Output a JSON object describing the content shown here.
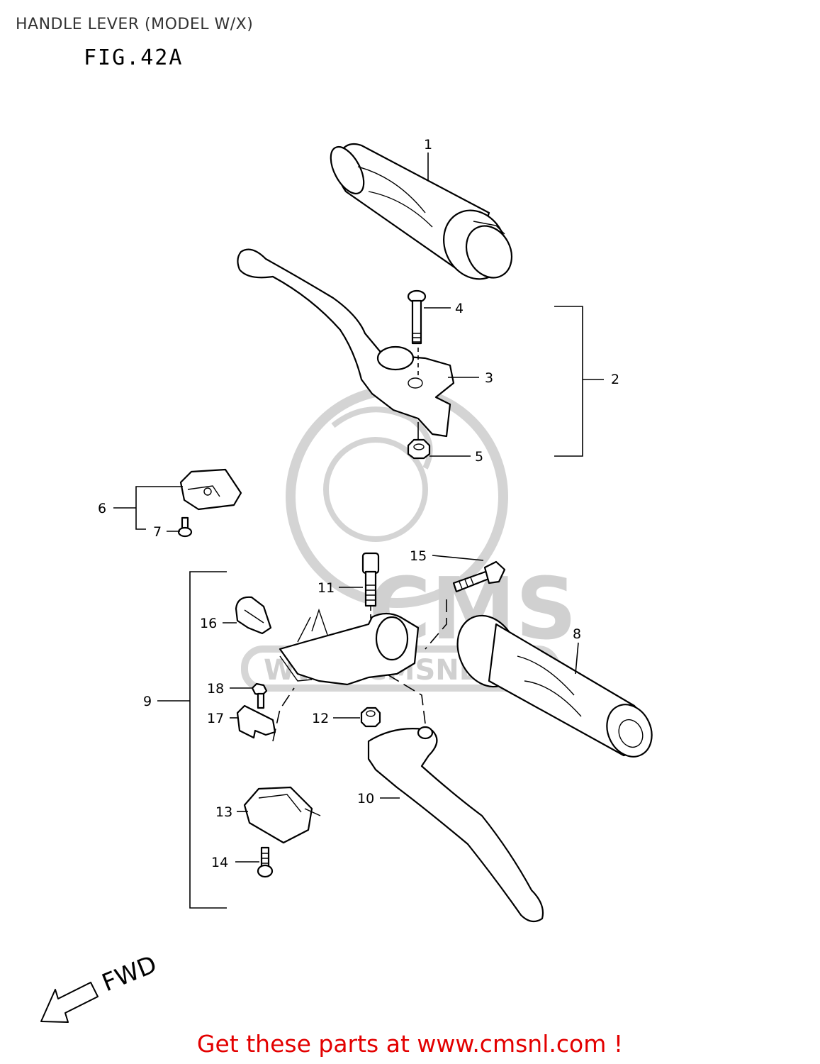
{
  "header": {
    "title": "HANDLE LEVER (MODEL W/X)",
    "figure": "FIG.42A"
  },
  "callouts": [
    "1",
    "2",
    "3",
    "4",
    "5",
    "6",
    "7",
    "8",
    "9",
    "10",
    "11",
    "12",
    "13",
    "14",
    "15",
    "16",
    "17",
    "18"
  ],
  "direction_label": "FWD",
  "watermark": {
    "logo_text": "CMS",
    "url_text": "WWW.CMSNL.COM"
  },
  "footer": {
    "promo": "Get these parts at www.cmsnl.com !"
  },
  "colors": {
    "promo": "#e30000",
    "watermark": "#d0d0d0",
    "line": "#000000"
  }
}
